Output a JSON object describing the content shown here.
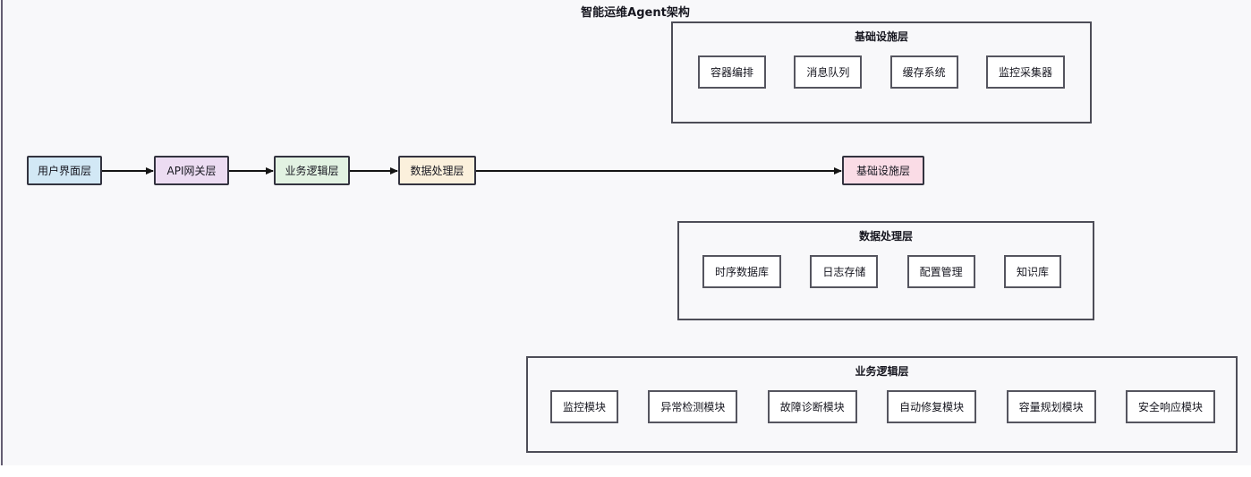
{
  "diagram": {
    "title": "智能运维Agent架构",
    "colors": {
      "canvas_bg": "#f8f8fa",
      "node_border": "#33333f",
      "group_border": "#4d4d57",
      "item_border": "#55555f",
      "item_bg": "#ffffff",
      "arrow": "#141414",
      "edge_line": "#645d72",
      "text": "#16161f"
    }
  },
  "flow": {
    "nodes": [
      {
        "label": "用户界面层",
        "color": "#d2e8f5"
      },
      {
        "label": "API网关层",
        "color": "#ecdcf2"
      },
      {
        "label": "业务逻辑层",
        "color": "#e2f2e2"
      },
      {
        "label": "数据处理层",
        "color": "#fbf0dc"
      },
      {
        "label": "基础设施层",
        "color": "#fadce6"
      }
    ],
    "connections": [
      [
        0,
        1
      ],
      [
        1,
        2
      ],
      [
        2,
        3
      ],
      [
        3,
        4
      ]
    ]
  },
  "groups": [
    {
      "title": "基础设施层",
      "items": [
        "容器编排",
        "消息队列",
        "缓存系统",
        "监控采集器"
      ]
    },
    {
      "title": "数据处理层",
      "items": [
        "时序数据库",
        "日志存储",
        "配置管理",
        "知识库"
      ]
    },
    {
      "title": "业务逻辑层",
      "items": [
        "监控模块",
        "异常检测模块",
        "故障诊断模块",
        "自动修复模块",
        "容量规划模块",
        "安全响应模块"
      ]
    }
  ]
}
